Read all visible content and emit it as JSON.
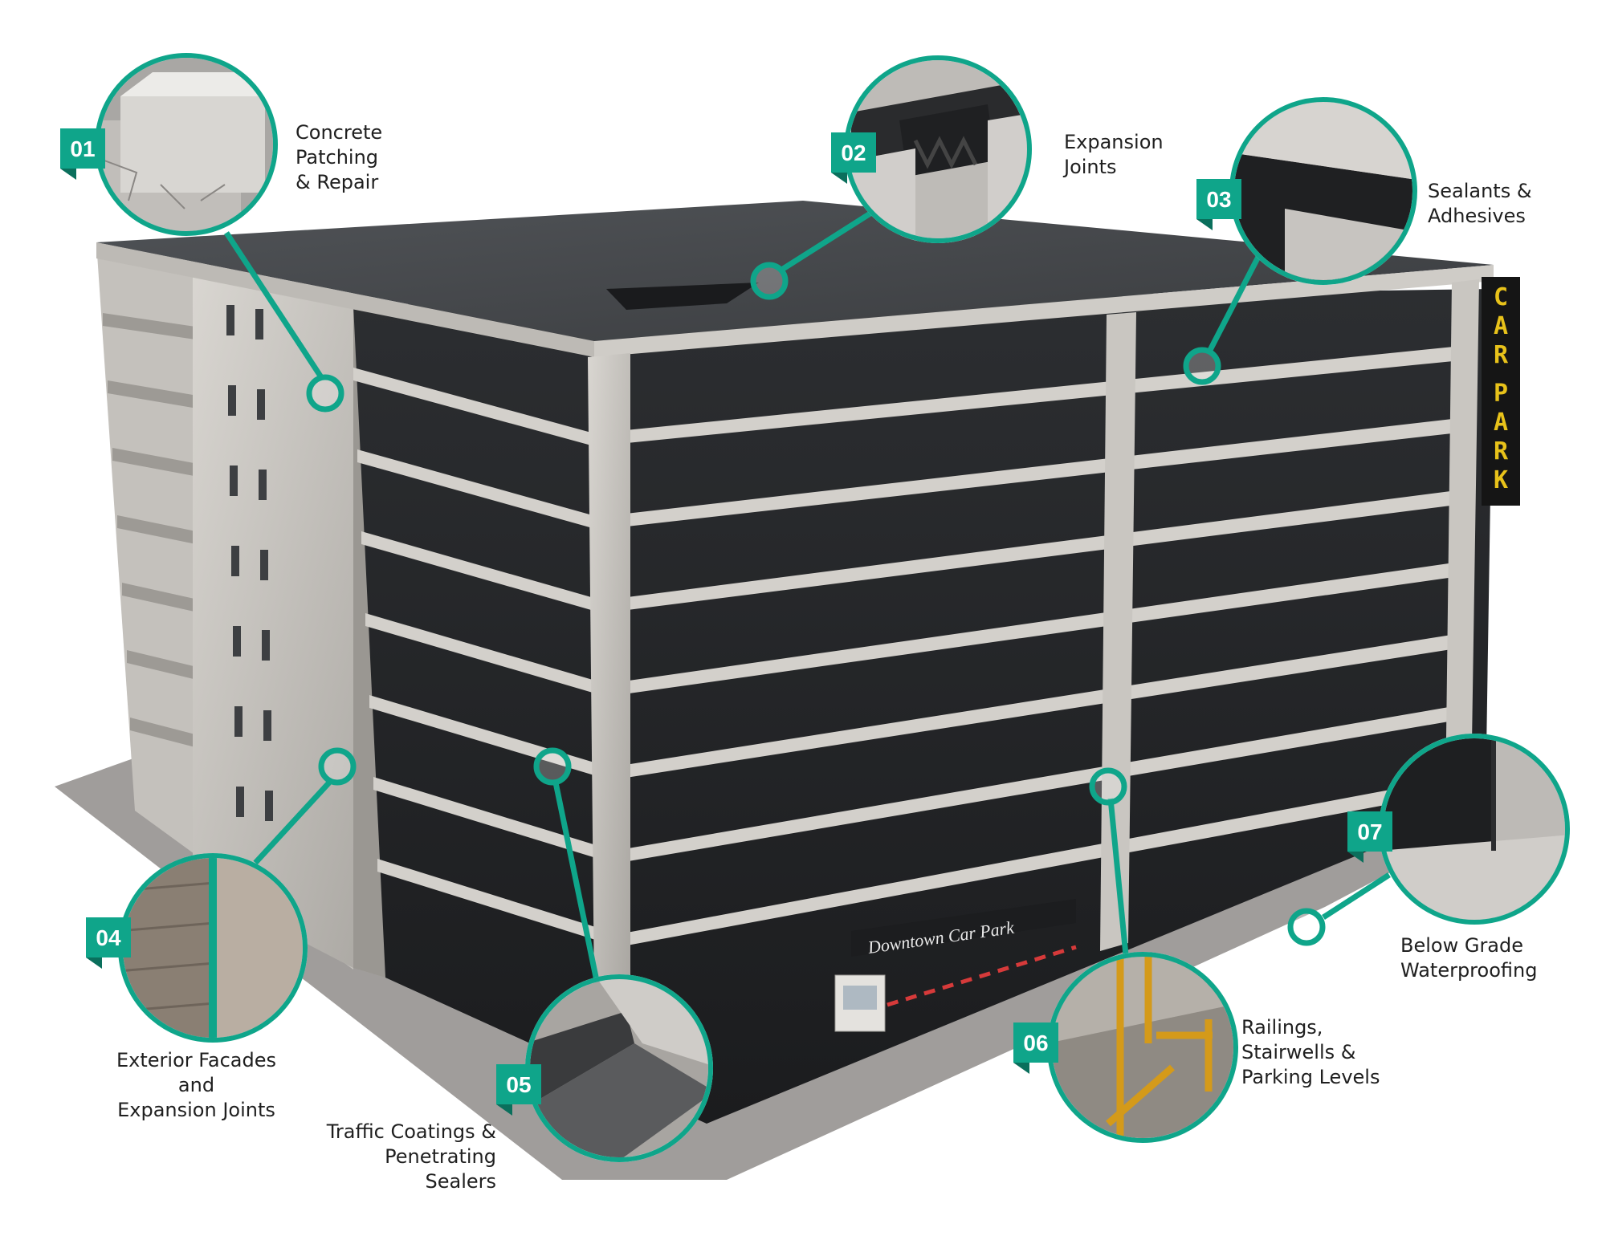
{
  "accent_color": "#0fa58a",
  "callouts": [
    {
      "number": "01",
      "lines": [
        "Concrete",
        "Patching",
        "& Repair"
      ]
    },
    {
      "number": "02",
      "lines": [
        "Expansion",
        "Joints"
      ]
    },
    {
      "number": "03",
      "lines": [
        "Sealants &",
        "Adhesives"
      ]
    },
    {
      "number": "04",
      "lines": [
        "Exterior Facades and",
        "Expansion Joints"
      ]
    },
    {
      "number": "05",
      "lines": [
        "Traffic Coatings &",
        "Penetrating Sealers"
      ]
    },
    {
      "number": "06",
      "lines": [
        "Railings,",
        "Stairwells &",
        "Parking Levels"
      ]
    },
    {
      "number": "07",
      "lines": [
        "Below Grade",
        "Waterproofing"
      ]
    }
  ],
  "building_sign": {
    "letters": [
      "C",
      "A",
      "R",
      "P",
      "A",
      "R",
      "K"
    ]
  },
  "entrance_sign": "Downtown Car Park"
}
